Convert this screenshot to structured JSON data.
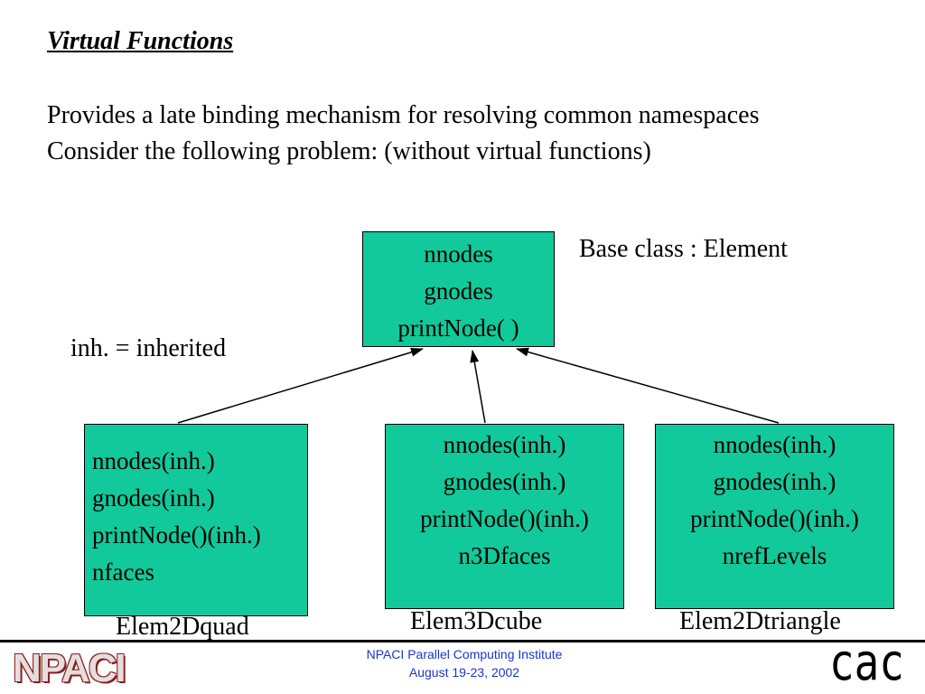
{
  "slide": {
    "title": "Virtual Functions",
    "intro_line_1": "Provides a late binding mechanism for resolving common namespaces",
    "intro_line_2": "Consider the following problem: (without virtual functions)",
    "base_class_label": "Base class : Element",
    "legend": "inh. = inherited"
  },
  "diagram": {
    "base_box": {
      "lines": [
        "nnodes",
        "gnodes",
        "printNode( )"
      ]
    },
    "children": [
      {
        "name": "Elem2Dquad",
        "lines": [
          "nnodes(inh.)",
          "gnodes(inh.)",
          "printNode()(inh.)",
          "nfaces"
        ]
      },
      {
        "name": "Elem3Dcube",
        "lines": [
          "nnodes(inh.)",
          "gnodes(inh.)",
          "printNode()(inh.)",
          "n3Dfaces"
        ]
      },
      {
        "name": "Elem2Dtriangle",
        "lines": [
          "nnodes(inh.)",
          "gnodes(inh.)",
          "printNode()(inh.)",
          "nrefLevels"
        ]
      }
    ]
  },
  "footer": {
    "logo_left": "NPACI",
    "line_1": "NPACI Parallel Computing Institute",
    "line_2": "August 19-23, 2002",
    "logo_right": "cac"
  },
  "colors": {
    "box_fill": "#12c99b",
    "footer_text": "#1a36c8",
    "logo_red": "#8a1e1e"
  }
}
